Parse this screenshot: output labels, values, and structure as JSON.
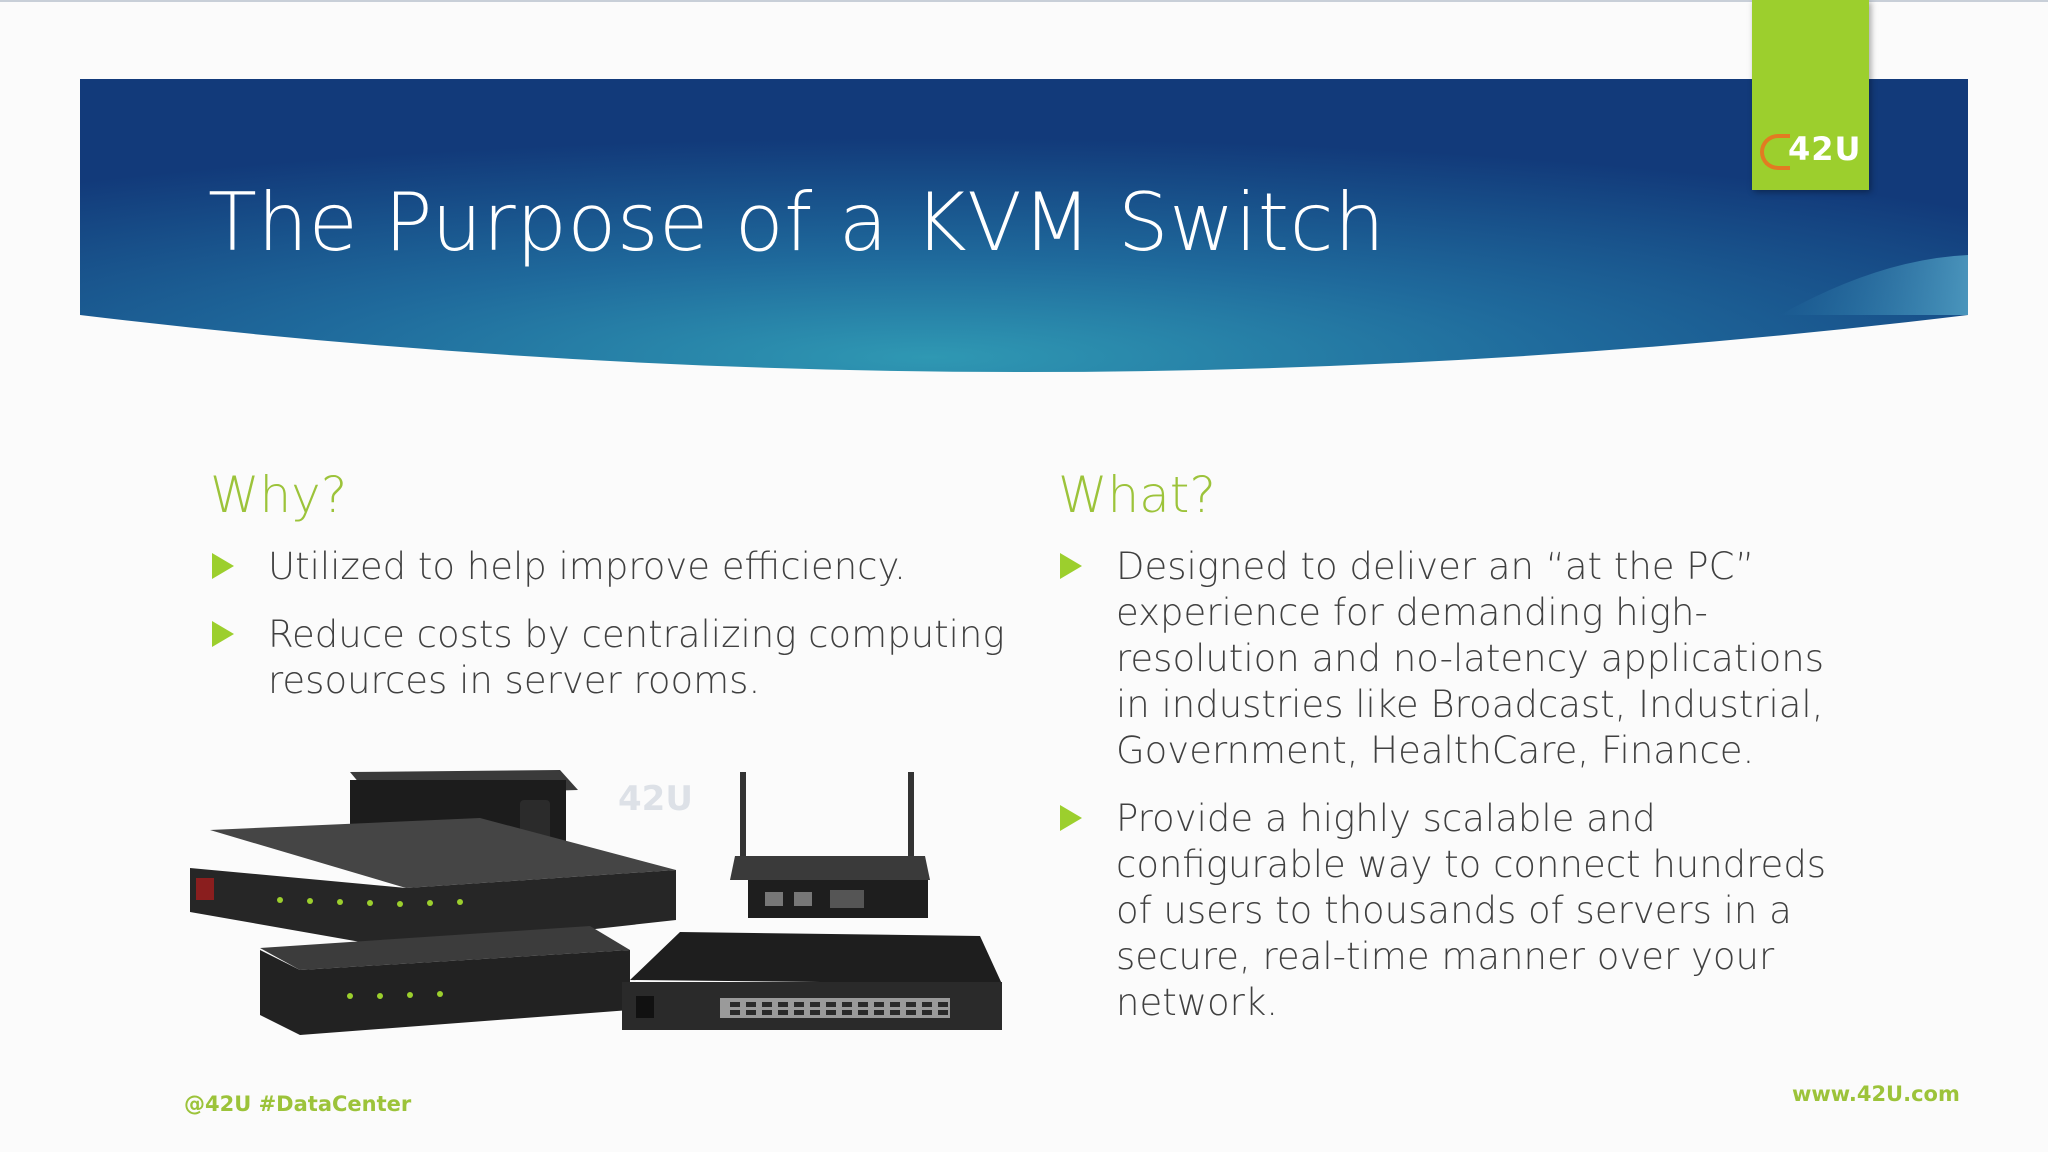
{
  "slide": {
    "title": "The Purpose of a KVM Switch",
    "logo_text": "42U",
    "image_watermark": "42U",
    "colors": {
      "header_dark": "#123a7a",
      "header_light": "#2a8fb0",
      "accent_green": "#9ccf2d",
      "logo_orange": "#e27b22",
      "body_text": "#404040"
    }
  },
  "why": {
    "heading": "Why?",
    "items": [
      "Utilized to help improve efficiency.",
      "Reduce costs by centralizing computing resources in server rooms."
    ]
  },
  "what": {
    "heading": "What?",
    "items": [
      "Designed to deliver an “at the PC” experience for demanding high-resolution and no-latency applications in industries like Broadcast, Industrial, Government, HealthCare, Finance.",
      "Provide a highly scalable and configurable way to connect hundreds of users to thousands of servers in a secure, real-time manner over your network."
    ]
  },
  "footer": {
    "left": "@42U #DataCenter",
    "right": "www.42U.com"
  }
}
